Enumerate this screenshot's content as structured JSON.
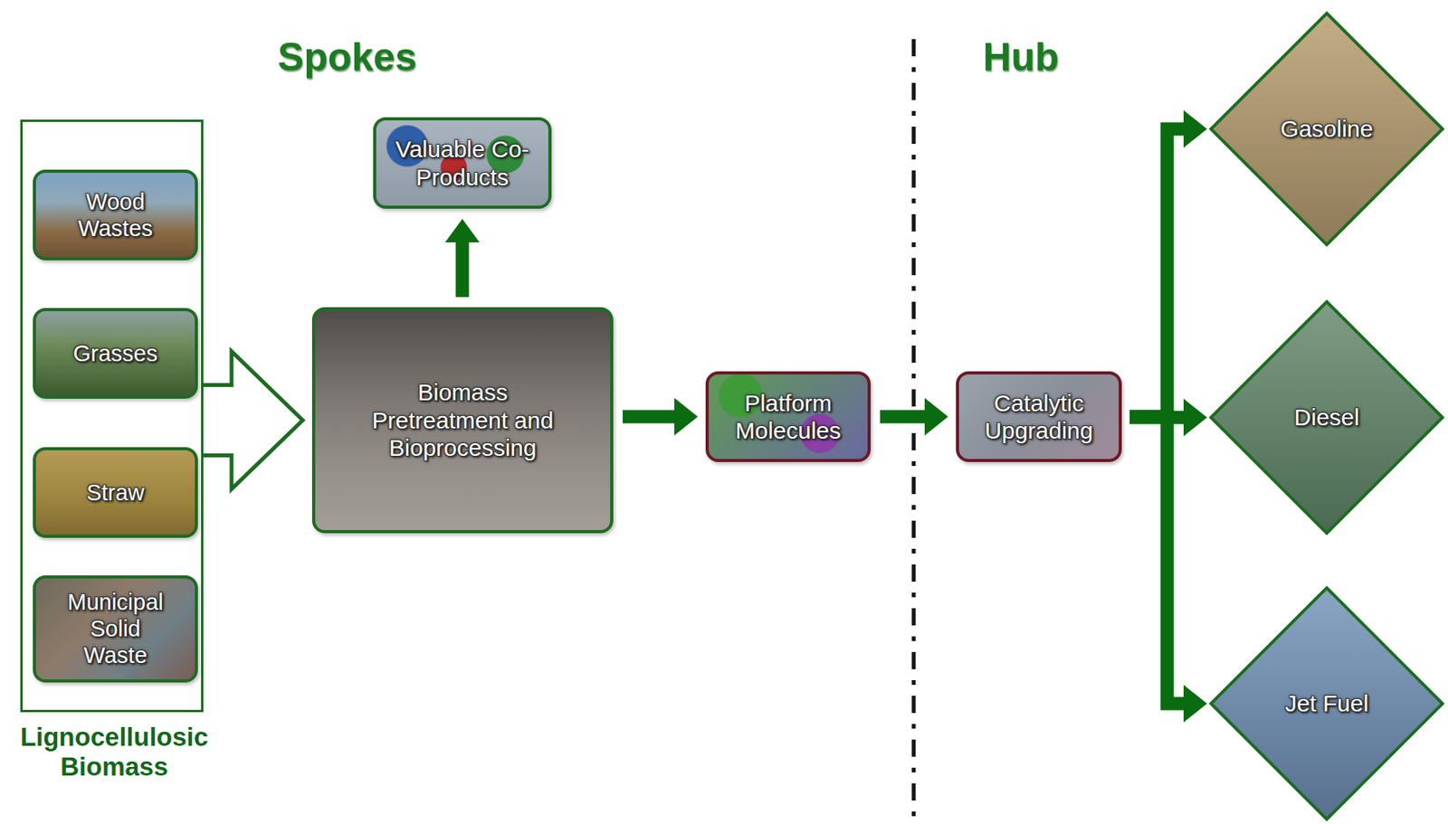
{
  "diagram": {
    "nodes": [
      {
        "text": [
          "Lignocellulosic Biomass"
        ]
      },
      {
        "text": [
          "Wood Wastes"
        ],
        "in": 0
      },
      {
        "text": [
          "Grasses"
        ],
        "in": 0
      },
      {
        "text": [
          "Straw"
        ],
        "in": 0
      },
      {
        "text": [
          "Municipal Solid Waste"
        ],
        "in": 0
      },
      {
        "text": [
          "Biomass Pretreatment and Bioprocessing"
        ]
      },
      {
        "text": [
          "Valuable Co-Products"
        ]
      },
      {
        "text": [
          "Platform Molecules"
        ]
      },
      {
        "text": [
          "Catalytic Upgrading"
        ]
      },
      {
        "text": [
          "Gasoline"
        ]
      },
      {
        "text": [
          "Diesel"
        ]
      },
      {
        "text": [
          "Jet Fuel"
        ]
      }
    ],
    "edges": [
      {
        "from": 0,
        "to": 5,
        "arrow": "to"
      },
      {
        "from": 5,
        "to": 6,
        "arrow": "to"
      },
      {
        "from": 5,
        "to": 7,
        "arrow": "to"
      },
      {
        "from": 7,
        "to": 8,
        "arrow": "to"
      },
      {
        "from": 8,
        "to": 9,
        "arrow": "to"
      },
      {
        "from": 8,
        "to": 10,
        "arrow": "to"
      },
      {
        "from": 8,
        "to": 11,
        "arrow": "to"
      }
    ],
    "labels": [
      "Spokes",
      "Hub"
    ]
  }
}
